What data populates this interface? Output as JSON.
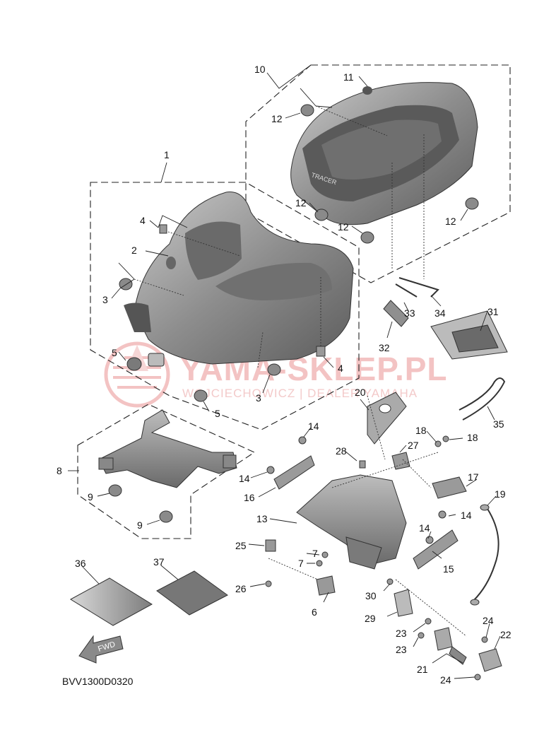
{
  "diagram_code": "BVV1300D0320",
  "watermark": {
    "main": "YAMA-SKLEP.PL",
    "sub": "WOJCIECHOWICZ | DEALER YAMAHA"
  },
  "direction_arrow": "FWD",
  "colors": {
    "part_fill": "#9a9a9a",
    "part_dark": "#6e6e6e",
    "part_light": "#cfcfcf",
    "watermark": "#f3c3c3",
    "line": "#222222"
  },
  "labels": {
    "p1": "1",
    "p2": "2",
    "p3a": "3",
    "p3b": "3",
    "p4a": "4",
    "p4b": "4",
    "p5a": "5",
    "p5b": "5",
    "p6": "6",
    "p7a": "7",
    "p7b": "7",
    "p8": "8",
    "p9a": "9",
    "p9b": "9",
    "p10": "10",
    "p11": "11",
    "p12a": "12",
    "p12b": "12",
    "p12c": "12",
    "p12d": "12",
    "p13": "13",
    "p14a": "14",
    "p14b": "14",
    "p14c": "14",
    "p14d": "14",
    "p15": "15",
    "p16": "16",
    "p17": "17",
    "p18a": "18",
    "p18b": "18",
    "p19": "19",
    "p20": "20",
    "p21": "21",
    "p22": "22",
    "p23a": "23",
    "p23b": "23",
    "p24a": "24",
    "p24b": "24",
    "p25": "25",
    "p26": "26",
    "p27": "27",
    "p28": "28",
    "p29": "29",
    "p30": "30",
    "p31": "31",
    "p32": "32",
    "p33": "33",
    "p34": "34",
    "p35": "35",
    "p36": "36",
    "p37": "37"
  }
}
